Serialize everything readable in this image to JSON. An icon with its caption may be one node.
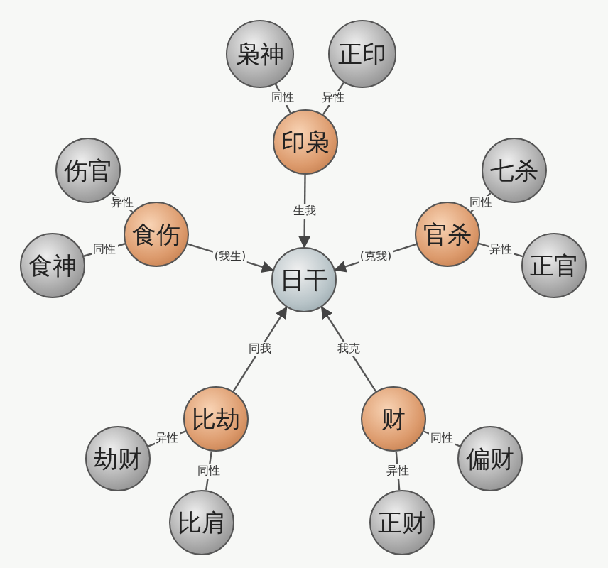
{
  "diagram": {
    "nodes": [
      {
        "text": [
          "枭神"
        ]
      },
      {
        "text": [
          "正印"
        ]
      },
      {
        "text": [
          "印枭"
        ]
      },
      {
        "text": [
          "伤官"
        ]
      },
      {
        "text": [
          "七杀"
        ]
      },
      {
        "text": [
          "食神"
        ]
      },
      {
        "text": [
          "食伤"
        ]
      },
      {
        "text": [
          "日干"
        ]
      },
      {
        "text": [
          "官杀"
        ]
      },
      {
        "text": [
          "正官"
        ]
      },
      {
        "text": [
          "比劫"
        ]
      },
      {
        "text": [
          "财"
        ]
      },
      {
        "text": [
          "劫财"
        ]
      },
      {
        "text": [
          "偏财"
        ]
      },
      {
        "text": [
          "比肩"
        ]
      },
      {
        "text": [
          "正财"
        ]
      }
    ],
    "edges": [
      {
        "from": 2,
        "to": 0,
        "arrow": "none",
        "label": "同性"
      },
      {
        "from": 2,
        "to": 1,
        "arrow": "none",
        "label": "异性"
      },
      {
        "from": 6,
        "to": 3,
        "arrow": "none",
        "label": "异性"
      },
      {
        "from": 6,
        "to": 5,
        "arrow": "none",
        "label": "同性"
      },
      {
        "from": 8,
        "to": 4,
        "arrow": "none",
        "label": "同性"
      },
      {
        "from": 8,
        "to": 9,
        "arrow": "none",
        "label": "异性"
      },
      {
        "from": 10,
        "to": 12,
        "arrow": "none",
        "label": "异性"
      },
      {
        "from": 10,
        "to": 14,
        "arrow": "none",
        "label": "同性"
      },
      {
        "from": 11,
        "to": 13,
        "arrow": "none",
        "label": "同性"
      },
      {
        "from": 11,
        "to": 15,
        "arrow": "none",
        "label": "异性"
      },
      {
        "from": 2,
        "to": 7,
        "arrow": "to",
        "label": "生我"
      },
      {
        "from": 6,
        "to": 7,
        "arrow": "to",
        "label": "(我生)"
      },
      {
        "from": 8,
        "to": 7,
        "arrow": "to",
        "label": "(克我)"
      },
      {
        "from": 10,
        "to": 7,
        "arrow": "to",
        "label": "同我"
      },
      {
        "from": 11,
        "to": 7,
        "arrow": "to",
        "label": "我克"
      }
    ]
  }
}
